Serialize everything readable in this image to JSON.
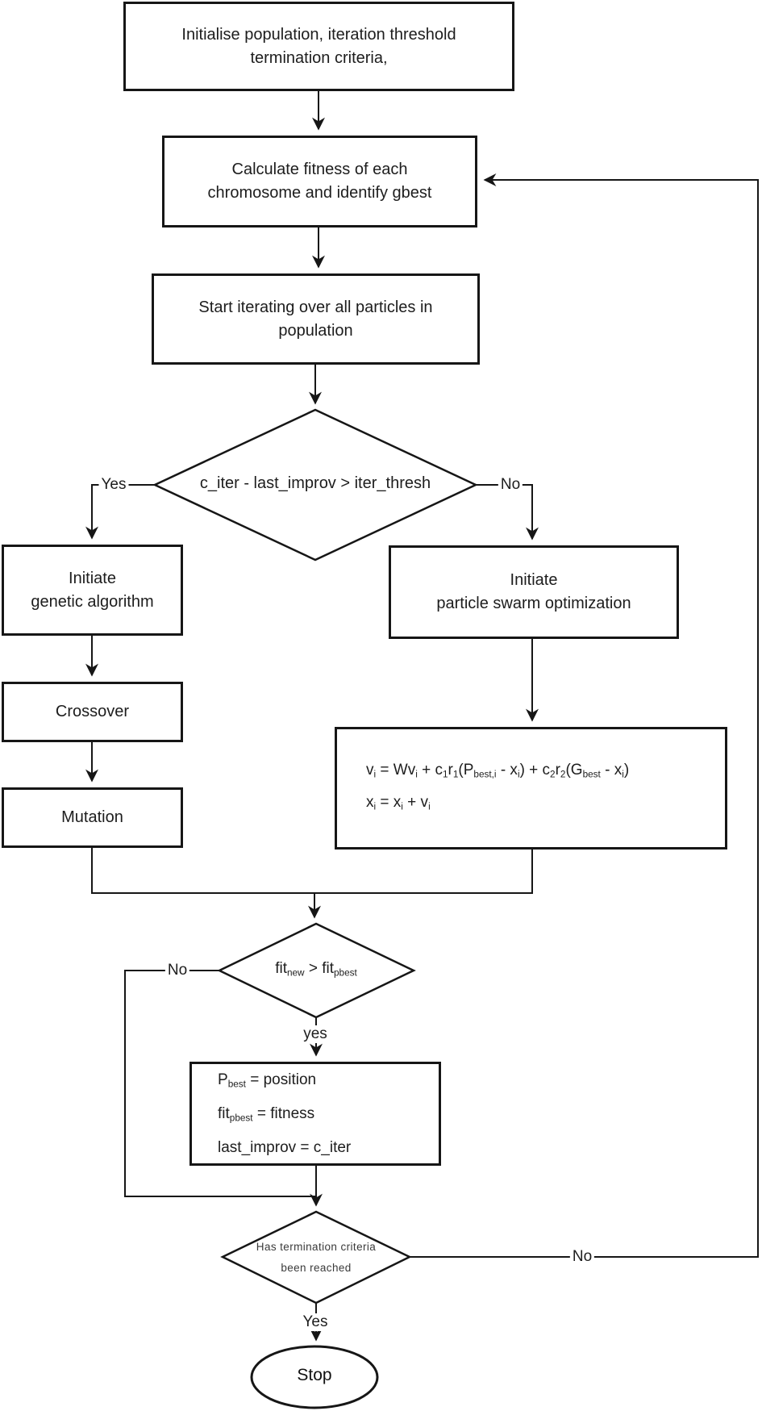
{
  "colors": {
    "line": "#161616",
    "text": "#1d1d1d",
    "background": "#ffffff"
  },
  "nodes": {
    "init": {
      "lines": [
        "Initialise population, iteration threshold",
        "termination criteria,"
      ]
    },
    "calc": {
      "lines": [
        "Calculate fitness of each",
        "chromosome and identify gbest"
      ]
    },
    "iterate": {
      "lines": [
        "Start iterating over all particles in",
        "population"
      ]
    },
    "decision_improv": {
      "label": "c_iter - last_improv > iter_thresh"
    },
    "ga": {
      "lines": [
        "Initiate",
        "genetic algorithm"
      ]
    },
    "crossover": {
      "label": "Crossover"
    },
    "mutation": {
      "label": "Mutation"
    },
    "pso": {
      "lines": [
        "Initiate",
        "particle swarm optimization"
      ]
    },
    "formula": {
      "lines": [
        "v_{i} = Wv_{i} + c_{1}r_{1}(P_{best,i} - x_{i}) + c_{2}r_{2}(G_{best} - x_{i})",
        "x_{i} = x_{i} + v_{i}"
      ]
    },
    "decision_fit": {
      "label": "fit_{new} > fit_{pbest}"
    },
    "pbest": {
      "lines": [
        "P_{best} = position",
        "fit_{pbest} = fitness",
        "last_improv = c_iter"
      ]
    },
    "decision_term": {
      "lines": [
        "Has termination criteria",
        "been reached"
      ]
    },
    "stop": {
      "label": "Stop"
    }
  },
  "edge_labels": {
    "improv_yes": "Yes",
    "improv_no": "No",
    "fit_no": "No",
    "fit_yes": "yes",
    "term_no": "No",
    "term_yes": "Yes"
  }
}
